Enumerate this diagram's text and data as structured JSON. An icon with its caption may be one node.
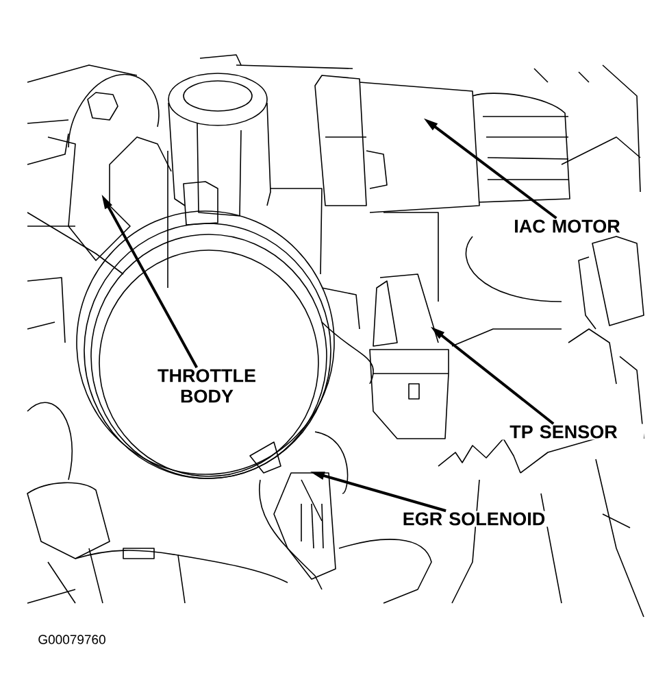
{
  "diagram": {
    "nodes": [
      {
        "text": [
          "IAC MOTOR"
        ]
      },
      {
        "text": [
          "THROTTLE BODY"
        ]
      },
      {
        "text": [
          "TP SENSOR"
        ]
      },
      {
        "text": [
          "EGR SOLENOID"
        ]
      }
    ],
    "edges": [
      {
        "from": 0,
        "to": null,
        "arrow": "to"
      },
      {
        "from": 1,
        "to": null,
        "arrow": "to"
      },
      {
        "from": 2,
        "to": null,
        "arrow": "to"
      },
      {
        "from": 3,
        "to": null,
        "arrow": "to"
      }
    ],
    "labels": [
      "G00079760"
    ]
  }
}
